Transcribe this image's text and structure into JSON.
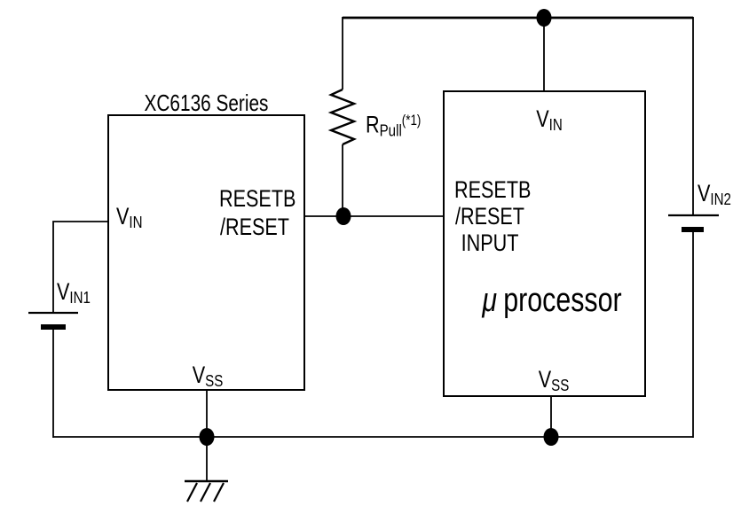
{
  "diagram_title": "XC6136 Series",
  "xc6136": {
    "vin": {
      "base": "V",
      "sub": "IN"
    },
    "reset_out": {
      "line1": "RESETB",
      "line2": "/RESET"
    },
    "vss": {
      "base": "V",
      "sub": "SS"
    }
  },
  "pullup_resistor": {
    "base": "R",
    "sub": "Pull",
    "note": "(*1)"
  },
  "processor": {
    "vin": {
      "base": "V",
      "sub": "IN"
    },
    "reset_in": {
      "line1": "RESETB",
      "line2": "/RESET",
      "line3": "INPUT"
    },
    "body": {
      "mu": "μ",
      "name": "processor"
    },
    "vss": {
      "base": "V",
      "sub": "SS"
    }
  },
  "supplies": {
    "vin1": {
      "base": "V",
      "sub": "IN1"
    },
    "vin2": {
      "base": "V",
      "sub": "IN2"
    }
  },
  "colors": {
    "stroke": "#000000",
    "background": "#ffffff",
    "junction_dot": "#000000"
  }
}
